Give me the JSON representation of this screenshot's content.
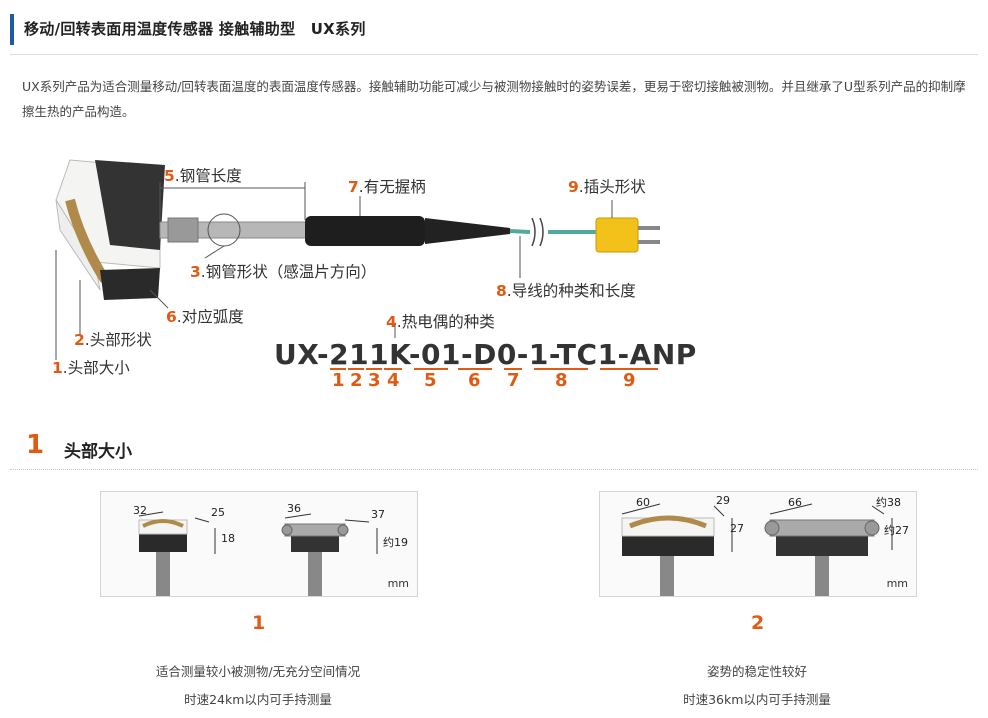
{
  "header": {
    "title": "移动/回转表面用温度传感器 接触辅助型　UX系列"
  },
  "intro": "UX系列产品为适合测量移动/回转表面温度的表面温度传感器。接触辅助功能可减少与被测物接触时的姿势误差，更易于密切接触被测物。并且继承了U型系列产品的抑制摩擦生热的产品构造。",
  "diagram": {
    "labels": [
      {
        "num": "1",
        "text": ".头部大小"
      },
      {
        "num": "2",
        "text": ".头部形状"
      },
      {
        "num": "3",
        "text": ".钢管形状（感温片方向）"
      },
      {
        "num": "4",
        "text": ".热电偶的种类"
      },
      {
        "num": "5",
        "text": ".钢管长度"
      },
      {
        "num": "6",
        "text": ".对应弧度"
      },
      {
        "num": "7",
        "text": ".有无握柄"
      },
      {
        "num": "8",
        "text": ".导线的种类和长度"
      },
      {
        "num": "9",
        "text": ".插头形状"
      }
    ],
    "model_code": "UX-211K-01-D0-1-TC1-ANP",
    "code_numbers": [
      "1",
      "2",
      "3",
      "4",
      "5",
      "6",
      "7",
      "8",
      "9"
    ]
  },
  "section1": {
    "num": "1",
    "title": "头部大小",
    "options": [
      {
        "num": "1",
        "dims_a": [
          "32",
          "25",
          "18"
        ],
        "dims_b": [
          "36",
          "37",
          "约19"
        ],
        "unit": "mm",
        "desc1": "适合测量较小被测物/无充分空间情况",
        "desc2": "时速24km以内可手持测量"
      },
      {
        "num": "2",
        "dims_a": [
          "60",
          "29",
          "27"
        ],
        "dims_b": [
          "66",
          "约38",
          "约27"
        ],
        "unit": "mm",
        "desc1": "姿势的稳定性较好",
        "desc2": "时速36km以内可手持测量"
      }
    ]
  },
  "colors": {
    "accent": "#e05a13",
    "brand_bar": "#1e5aa6"
  }
}
